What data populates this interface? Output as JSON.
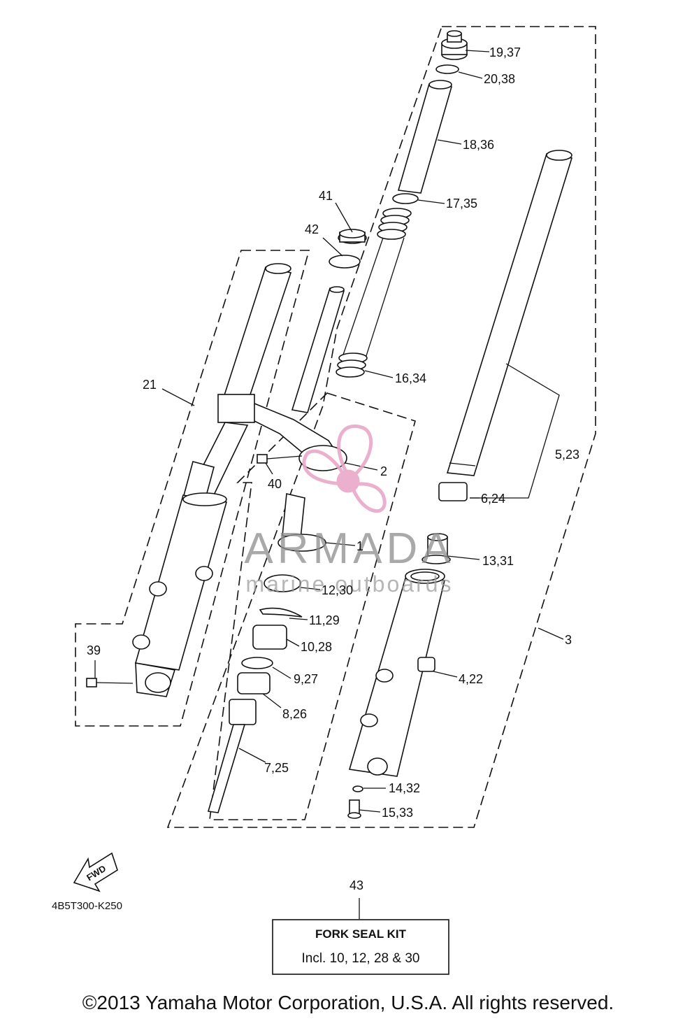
{
  "watermark": {
    "brand": "ARMADA",
    "tagline": "marine outboards",
    "color": "#e8a8c8",
    "text_color": "#909090"
  },
  "callouts": {
    "p1937": "19,37",
    "p2038": "20,38",
    "p1836": "18,36",
    "p1735": "17,35",
    "p41": "41",
    "p42": "42",
    "p1634": "16,34",
    "p21": "21",
    "p2": "2",
    "p40": "40",
    "p523": "5,23",
    "p624": "6,24",
    "p1": "1",
    "p1331": "13,31",
    "p1230": "12,30",
    "p1129": "11,29",
    "p1028": "10,28",
    "p3": "3",
    "p39": "39",
    "p927": "9,27",
    "p422": "4,22",
    "p826": "8,26",
    "p725": "7,25",
    "p1432": "14,32",
    "p1533": "15,33",
    "p43": "43"
  },
  "fwd_label": "FWD",
  "diagram_code": "4B5T300-K250",
  "kit_box": {
    "title": "FORK SEAL KIT",
    "contents": "Incl. 10, 12, 28 & 30"
  },
  "copyright": "©2013 Yamaha Motor Corporation, U.S.A. All rights reserved."
}
